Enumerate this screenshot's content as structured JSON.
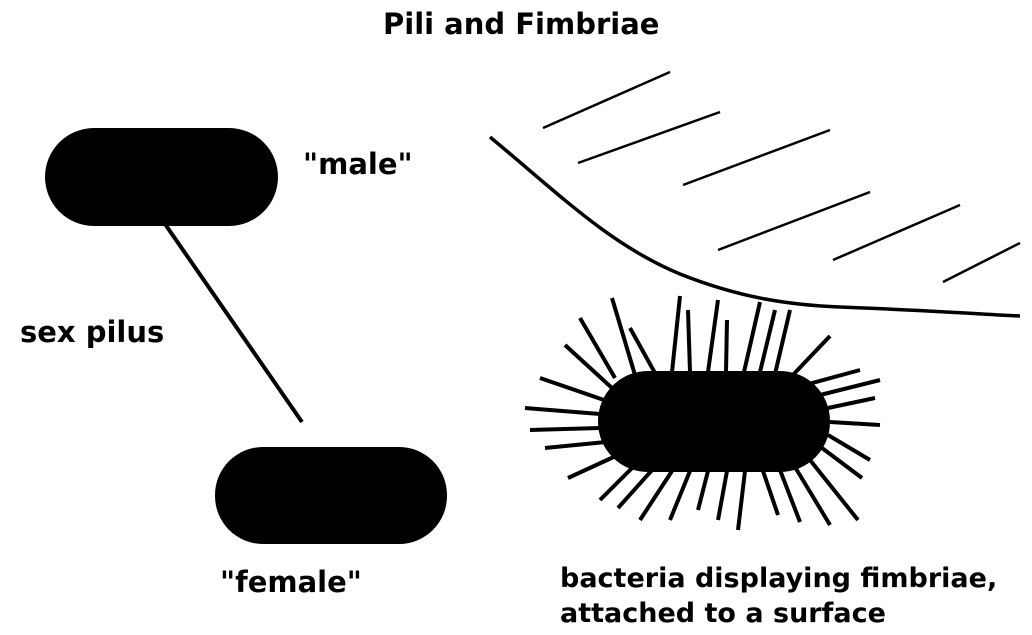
{
  "title": "Pili and Fimbriae",
  "labels": {
    "male": "\"male\"",
    "female": "\"female\"",
    "sex_pilus": "sex pilus",
    "caption_line1": "bacteria displaying fimbriae,",
    "caption_line2": "attached to a surface"
  },
  "colors": {
    "ink": "#000000",
    "background": "#ffffff"
  }
}
